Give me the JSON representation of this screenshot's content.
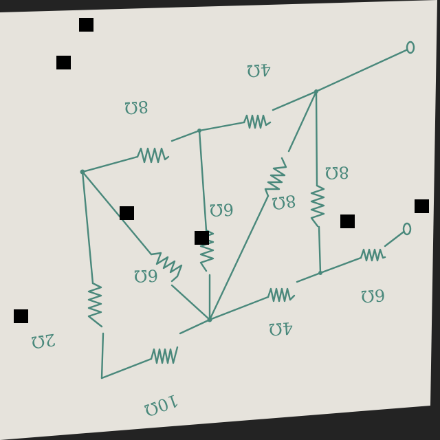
{
  "colors": {
    "ink": "#49887b",
    "paper": "#e6e3dc",
    "background": "#232323",
    "redaction": "#000000"
  },
  "labels": {
    "r_top_left": "8Ω",
    "r_top_right": "4Ω",
    "r_mid_vertical": "6Ω",
    "r_mid_diagonal": "8Ω",
    "r_right_vertical": "8Ω",
    "r_diag_left": "6Ω",
    "r_left_vertical": "2Ω",
    "r_bottom_left": "10Ω",
    "r_bottom_mid": "4Ω",
    "r_output": "6Ω"
  }
}
